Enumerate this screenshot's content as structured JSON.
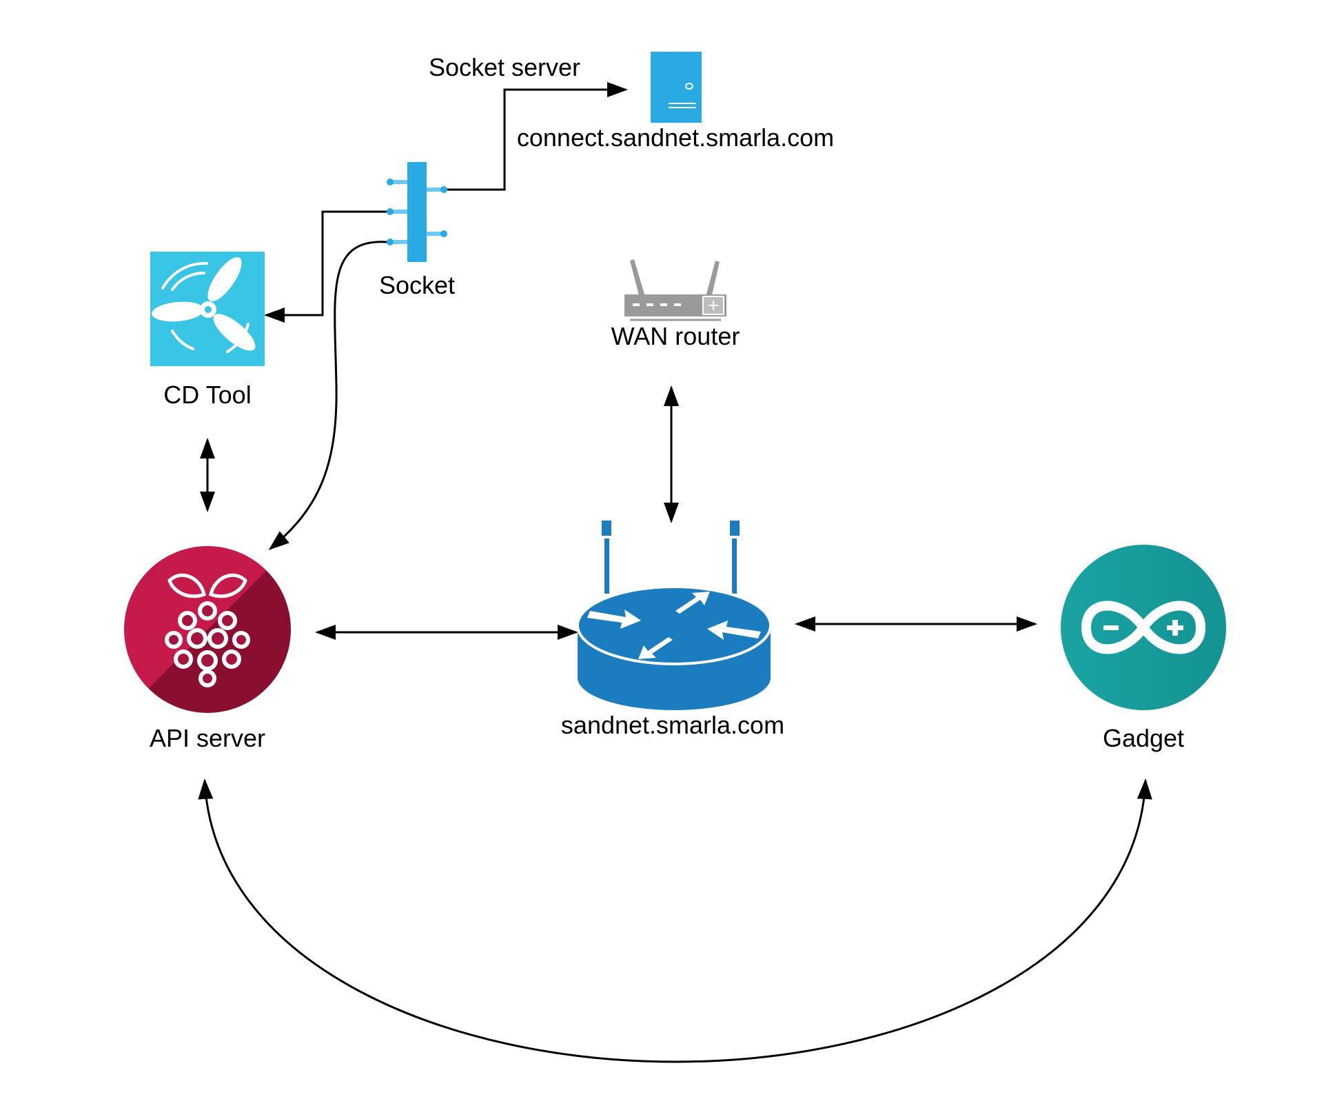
{
  "colors": {
    "background": "#ffffff",
    "edge": "#000000",
    "cd_tool": "#38c5e6",
    "socket": "#29aae2",
    "server": "#29aae2",
    "wan_router": "#9a9a9a",
    "hub_router": "#1b7cc0",
    "raspberry_light": "#c51a4a",
    "raspberry_dark": "#8a0e2f",
    "arduino": "#1a9c9c"
  },
  "nodes": {
    "socket_server": {
      "caption": "Socket server",
      "label": "connect.sandnet.smarla.com",
      "icon": "server-icon"
    },
    "socket": {
      "label": "Socket",
      "icon": "socket-icon"
    },
    "cd_tool": {
      "label": "CD Tool",
      "icon": "propeller-icon"
    },
    "wan_router": {
      "label": "WAN router",
      "icon": "wan-router-icon"
    },
    "api_server": {
      "label": "API server",
      "icon": "raspberry-pi-icon"
    },
    "router": {
      "label": "sandnet.smarla.com",
      "icon": "router-icon"
    },
    "gadget": {
      "label": "Gadget",
      "icon": "arduino-icon"
    }
  },
  "edges": [
    {
      "from": "socket",
      "to": "socket_server",
      "direction": "forward"
    },
    {
      "from": "socket",
      "to": "cd_tool",
      "direction": "forward"
    },
    {
      "from": "socket",
      "to": "api_server",
      "direction": "forward"
    },
    {
      "from": "cd_tool",
      "to": "api_server",
      "direction": "both"
    },
    {
      "from": "wan_router",
      "to": "router",
      "direction": "both"
    },
    {
      "from": "api_server",
      "to": "router",
      "direction": "both"
    },
    {
      "from": "router",
      "to": "gadget",
      "direction": "both"
    },
    {
      "from": "api_server",
      "to": "gadget",
      "direction": "both"
    }
  ]
}
